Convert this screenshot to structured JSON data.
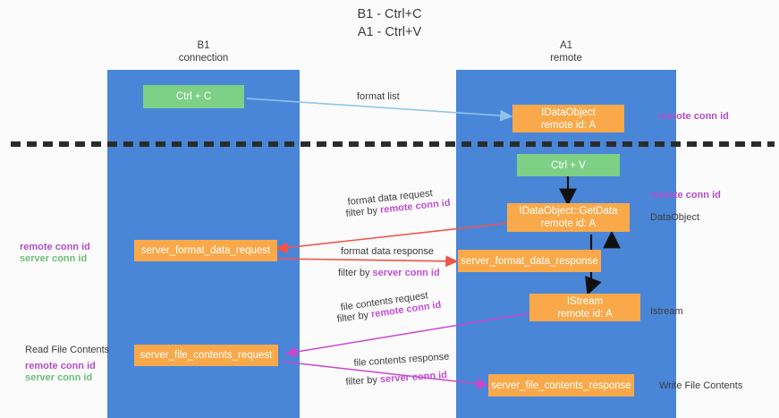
{
  "diagram": {
    "title": "B1 - Ctrl+C\nA1 - Ctrl+V",
    "lanes": [
      {
        "id": "b1",
        "header": "B1\nconnection"
      },
      {
        "id": "a1",
        "header": "A1\nremote"
      }
    ],
    "nodes": [
      {
        "id": "ctrl-c",
        "label": "Ctrl + C"
      },
      {
        "id": "idataobject",
        "label": "IDataObject\nremote id: A"
      },
      {
        "id": "ctrl-v",
        "label": "Ctrl + V"
      },
      {
        "id": "idataobject-getdata",
        "label": "IDataObject::GetData\nremote id: A"
      },
      {
        "id": "server-format-data-request",
        "label": "server_format_data_request"
      },
      {
        "id": "server-format-data-response",
        "label": "server_format_data_response"
      },
      {
        "id": "istream",
        "label": "IStream\nremote id: A"
      },
      {
        "id": "server-file-contents-request",
        "label": "server_file_contents_request"
      },
      {
        "id": "server-file-contents-response",
        "label": "server_file_contents_response"
      }
    ],
    "edge_labels": {
      "format_list": "format list",
      "format_data_request": "format data request",
      "format_data_request_filter_prefix": "filter by ",
      "format_data_request_filter_key": "remote conn id",
      "format_data_response": "format data response",
      "format_data_response_filter_prefix": "filter by ",
      "format_data_response_filter_key": "server conn id",
      "file_contents_request": "file contents request",
      "file_contents_request_filter_prefix": "filter by ",
      "file_contents_request_filter_key": "remote conn id",
      "file_contents_response": "file contents response",
      "file_contents_response_filter_prefix": "filter by ",
      "file_contents_response_filter_key": "server conn id"
    },
    "annotations": {
      "right_remote_conn_id_top": "remote conn id",
      "right_remote_conn_id_mid": "remote conn id",
      "right_dataobject": "DataObject",
      "right_istream": "Istream",
      "right_write_file_contents": "Write File Contents",
      "left_remote_conn_id": "remote conn id",
      "left_server_conn_id": "server conn id",
      "left_read_file_contents": "Read File Contents",
      "left_remote_conn_id_2": "remote conn id",
      "left_server_conn_id_2": "server conn id"
    },
    "colors": {
      "lane": "#4a86d8",
      "green_node": "#7ed087",
      "orange_node": "#f9a94a",
      "red_arrow": "#f0544a",
      "magenta_arrow": "#cc47cc",
      "blue_arrow": "#8fc4ea",
      "black_arrow": "#000000",
      "purple_text": "#b24fc8",
      "green_text": "#6fbd77",
      "divider": "#2b2b2b"
    }
  }
}
